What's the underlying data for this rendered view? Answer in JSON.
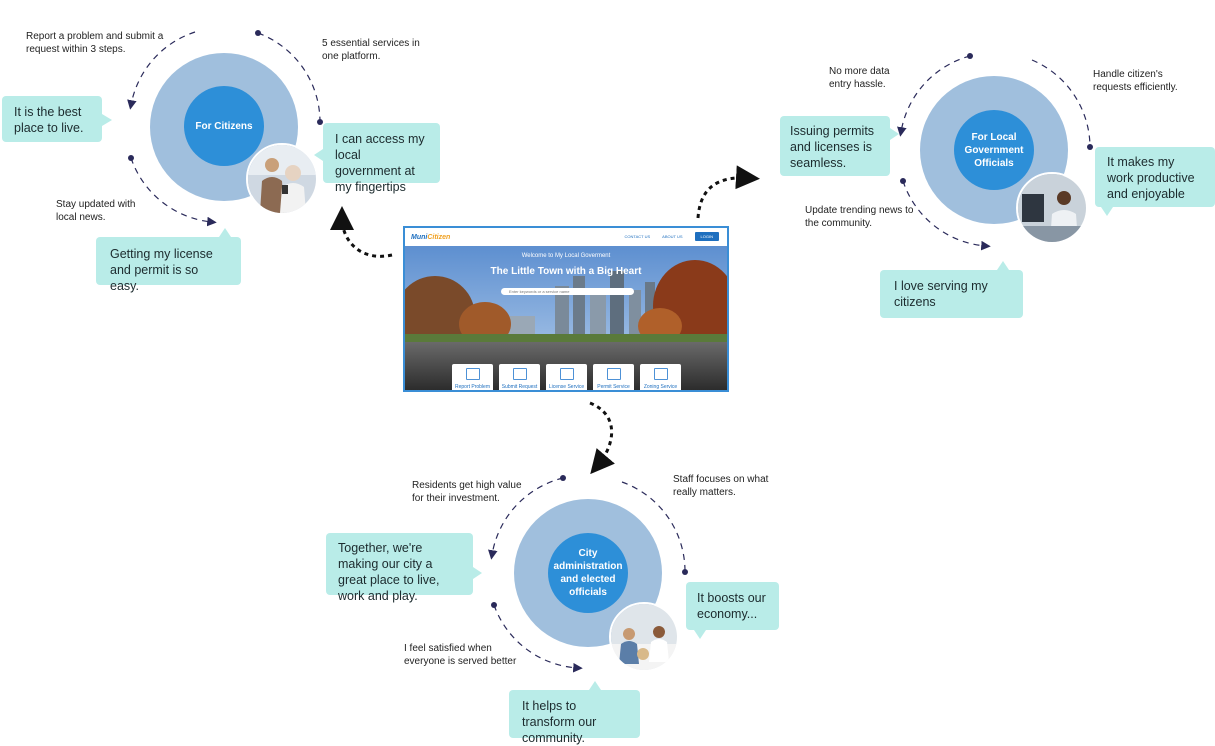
{
  "citizens": {
    "title": "For Citizens",
    "notes": [
      "Report a problem and submit a request within 3 steps.",
      "5 essential services in one platform.",
      "Stay updated with local news."
    ],
    "bubbles": [
      "It is the best place to live.",
      "I can access my local government at my fingertips",
      "Getting my license and permit is so easy."
    ]
  },
  "officials": {
    "title": "For Local Government Officials",
    "notes": [
      "No more data entry hassle.",
      "Handle citizen's requests efficiently.",
      "Update trending news to the community."
    ],
    "bubbles": [
      "Issuing permits and licenses is seamless.",
      "It makes my work productive and enjoyable",
      "I love serving my citizens"
    ]
  },
  "admin": {
    "title": "City administration and elected officials",
    "notes": [
      "Residents get high value for their investment.",
      "Staff focuses on what really matters.",
      "I feel satisfied when everyone is served better"
    ],
    "bubbles": [
      "Together, we're making our city a great place to live, work and play.",
      "It boosts our economy...",
      "It helps to transform our community."
    ]
  },
  "website": {
    "logo_prefix": "Muni",
    "logo_suffix": "Citizen",
    "nav": [
      "CONTACT US",
      "ABOUT US",
      "LOGIN"
    ],
    "welcome": "Welcome to My Local Goverment",
    "tagline": "The Little Town with a Big Heart",
    "search_placeholder": "Enter keywords or a service name",
    "services": [
      "Report Problem",
      "Submit Request",
      "License Service",
      "Permit Service",
      "Zoning Service"
    ]
  },
  "colors": {
    "outer_circle": "#a0bfdd",
    "inner_circle": "#2d8fd8",
    "bubble": "#b9ece8",
    "dashed_line": "#2a2a5a"
  }
}
